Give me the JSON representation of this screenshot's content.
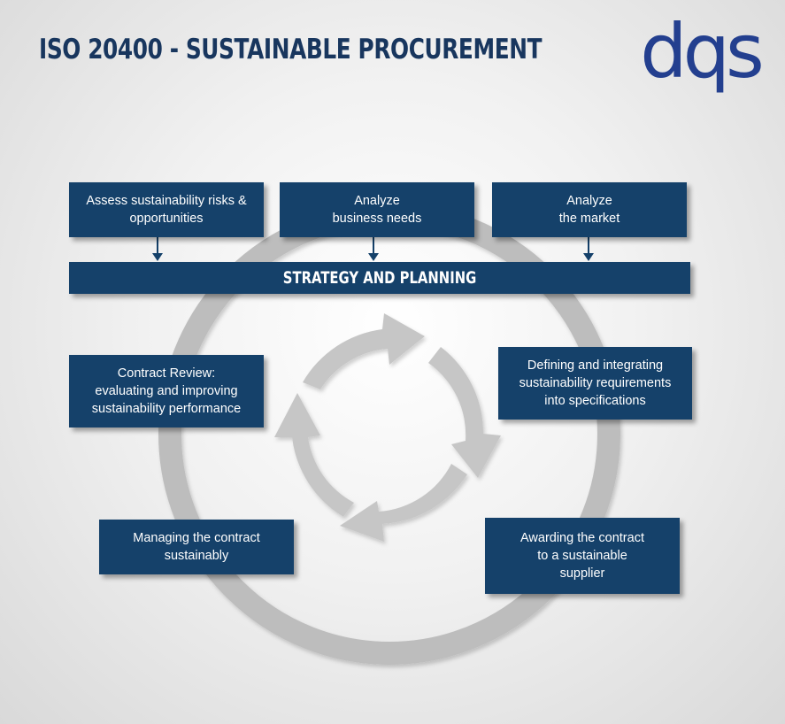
{
  "title": "ISO 20400 - SUSTAINABLE PROCUREMENT",
  "logo": {
    "text": "dqs",
    "color": "#233f8f"
  },
  "colors": {
    "box": "#15416a",
    "title": "#18365e",
    "cycle": "#bcbcbc",
    "arrows": "#c8c8c8"
  },
  "top_steps": [
    {
      "label": "Assess sustainability risks &\nopportunities"
    },
    {
      "label": "Analyze\nbusiness needs"
    },
    {
      "label": "Analyze\nthe market"
    }
  ],
  "strategy": {
    "label": "STRATEGY AND PLANNING"
  },
  "cycle_steps": [
    {
      "label": "Defining and integrating\nsustainability requirements\ninto specifications"
    },
    {
      "label": "Awarding the contract\nto a sustainable\nsupplier"
    },
    {
      "label": "Managing the contract\nsustainably"
    },
    {
      "label": "Contract Review:\nevaluating and improving\nsustainability performance"
    }
  ]
}
